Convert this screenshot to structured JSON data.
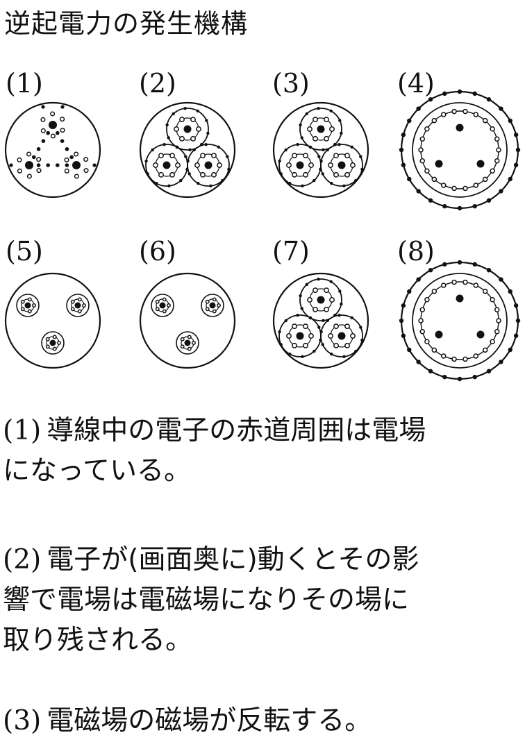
{
  "title": "逆起電力の発生機構",
  "panels": [
    {
      "label": "(1)",
      "kind": "triangle-electrons"
    },
    {
      "label": "(2)",
      "kind": "three-atoms-orbit"
    },
    {
      "label": "(3)",
      "kind": "three-atoms-orbit"
    },
    {
      "label": "(4)",
      "kind": "ring-field"
    },
    {
      "label": "(5)",
      "kind": "three-small-atoms"
    },
    {
      "label": "(6)",
      "kind": "three-small-atoms"
    },
    {
      "label": "(7)",
      "kind": "three-atoms-orbit"
    },
    {
      "label": "(8)",
      "kind": "ring-field"
    }
  ],
  "paragraphs": [
    {
      "num": "(1)",
      "lines": [
        "導線中の電子の赤道周囲は電場",
        "になっている。"
      ]
    },
    {
      "num": "(2)",
      "lines": [
        "電子が(画面奥に)動くとその影",
        "響で電場は電磁場になりその場に",
        "取り残される。"
      ]
    },
    {
      "num": "(3)",
      "lines": [
        "電磁場の磁場が反転する。"
      ]
    }
  ]
}
